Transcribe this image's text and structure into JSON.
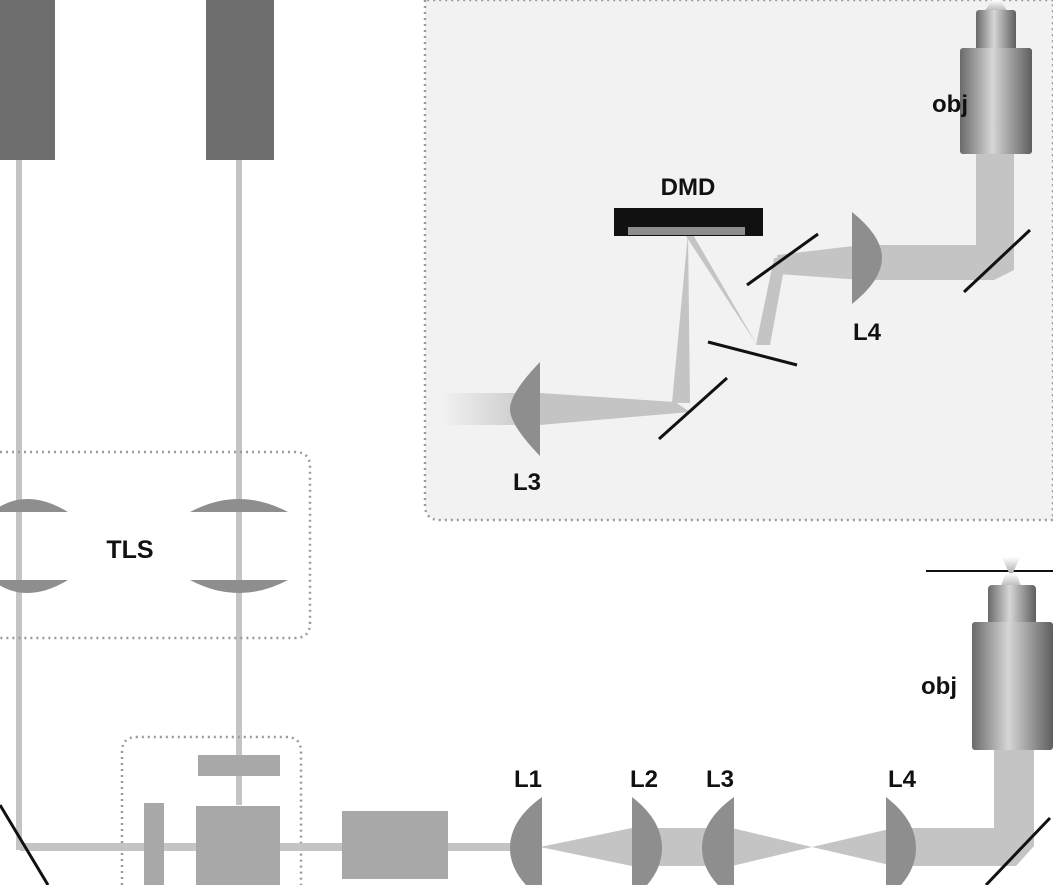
{
  "labels": {
    "obj_top": "obj",
    "dmd": "DMD",
    "l4_top": "L4",
    "l3_top": "L3",
    "tls": "TLS",
    "obj_bottom": "obj",
    "l1": "L1",
    "l2": "L2",
    "l3_bottom": "L3",
    "l4_bottom": "L4"
  },
  "colors": {
    "beam": "#c4c4c4",
    "lens": "#8e8e8e",
    "laser": "#6e6e6e",
    "inset_bg": "#f2f2f2",
    "dotted_border": "#9a9a9a",
    "mirror": "#111111"
  }
}
